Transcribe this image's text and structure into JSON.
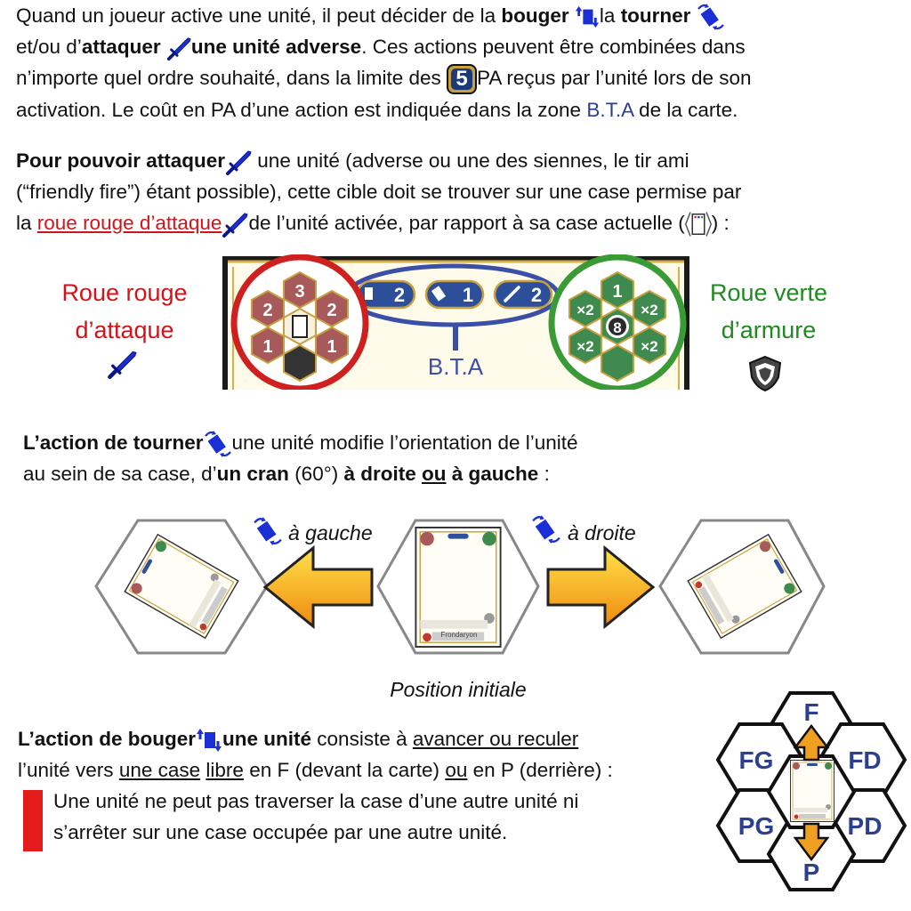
{
  "p1": {
    "t1": "Quand un joueur active une unité, il peut décider de la",
    "bold_move": "bouger",
    "t2": "la",
    "bold_turn": "tourner",
    "t3": "et/ou d’",
    "bold_attack": "attaquer",
    "bold_enemy": "une unité adverse",
    "t4": ". Ces actions peuvent être combinées dans",
    "line3": "n’importe quel ordre souhaité, dans la limite des",
    "pa_value": "5",
    "t5": "PA reçus par l’unité lors de son",
    "t6": "activation. Le coût en PA d’une action est indiquée dans la zone",
    "bta_inline": "B.T.A",
    "t7": "de la carte."
  },
  "p2": {
    "bold_intro": "Pour pouvoir attaquer",
    "t1": "une unité (adverse ou une des siennes, le tir ami",
    "t2": "(“friendly fire”) étant possible), cette cible doit se trouver sur une case permise par",
    "t3": "la",
    "red_link": "roue rouge d’attaque",
    "t4": "de l’unité activée, par rapport à sa case actuelle (",
    "t5": ") :"
  },
  "wheel": {
    "red_label_1": "Roue rouge",
    "red_label_2": "d’attaque",
    "green_label_1": "Roue verte",
    "green_label_2": "d’armure",
    "bta_label": "B.T.A",
    "attack_values": [
      "3",
      "2",
      "2",
      "1",
      "1"
    ],
    "armor_values": [
      "1",
      "8",
      "×2",
      "×2",
      "×2",
      "×2"
    ],
    "bta_costs": [
      "2",
      "1",
      "2"
    ]
  },
  "p3": {
    "bold1": "L’action de tourner",
    "t1": "une unité modifie l’orientation de l’unité",
    "t2": "au sein de sa case, d’",
    "bold2": "un cran",
    "t3": "(60°)",
    "bold3": "à droite",
    "u_ou": "ou",
    "bold4": "à gauche",
    "t4": ":"
  },
  "rotation": {
    "left_label": "à gauche",
    "right_label": "à droite",
    "initial_label": "Position initiale",
    "card_name": "Frondaryon"
  },
  "p4": {
    "bold1": "L’action de bouger",
    "bold2": "une unité",
    "t1": "consiste à",
    "u1": "avancer ou reculer",
    "t2": "l’unité vers",
    "u2": "une case",
    "u3": "libre",
    "t3": "en F (devant la carte)",
    "u4": "ou",
    "t4": "en P (derrière) :",
    "warn1": "Une unité ne peut pas traverser la case d’une autre unité ni",
    "warn2": "s’arrêter sur une case occupée par une autre unité."
  },
  "hexmap": {
    "f": "F",
    "fg": "FG",
    "fd": "FD",
    "pg": "PG",
    "pd": "PD",
    "p": "P"
  },
  "colors": {
    "red": "#d2141a",
    "green": "#1f8a1f",
    "blue": "#2d3f8f",
    "move_blue": "#1428d8",
    "arrow_orange": "#f0a020"
  },
  "icons": [
    "move-icon",
    "turn-icon",
    "sword-icon",
    "pa-badge-icon",
    "hex-cell-icon",
    "shield-icon"
  ]
}
